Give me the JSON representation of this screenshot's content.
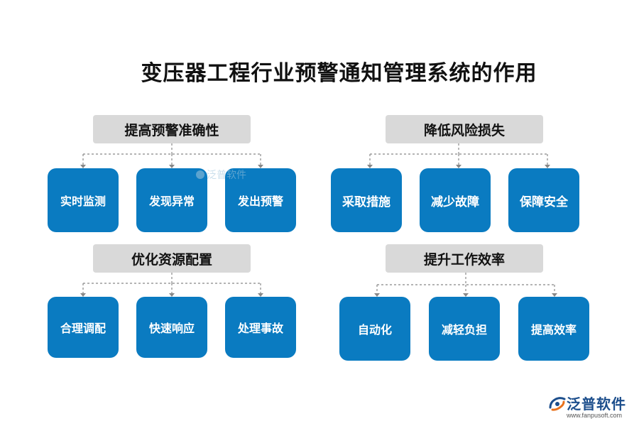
{
  "title": "变压器工程行业预警通知管理系统的作用",
  "groups": [
    {
      "label": "提高预警准确性",
      "items": [
        "实时监测",
        "发现异常",
        "发出预警"
      ]
    },
    {
      "label": "降低风险损失",
      "items": [
        "采取措施",
        "减少故障",
        "保障安全"
      ]
    },
    {
      "label": "优化资源配置",
      "items": [
        "合理调配",
        "快速响应",
        "处理事故"
      ]
    },
    {
      "label": "提升工作效率",
      "items": [
        "自动化",
        "减轻负担",
        "提高效率"
      ]
    }
  ],
  "watermark": "泛普软件",
  "brand": {
    "name": "泛普软件",
    "url": "www.fanpusoft.com"
  },
  "colors": {
    "box": "#0a7bc1",
    "category": "#d9d9d9",
    "connector": "#888888",
    "brand": "#1c4e8c"
  }
}
